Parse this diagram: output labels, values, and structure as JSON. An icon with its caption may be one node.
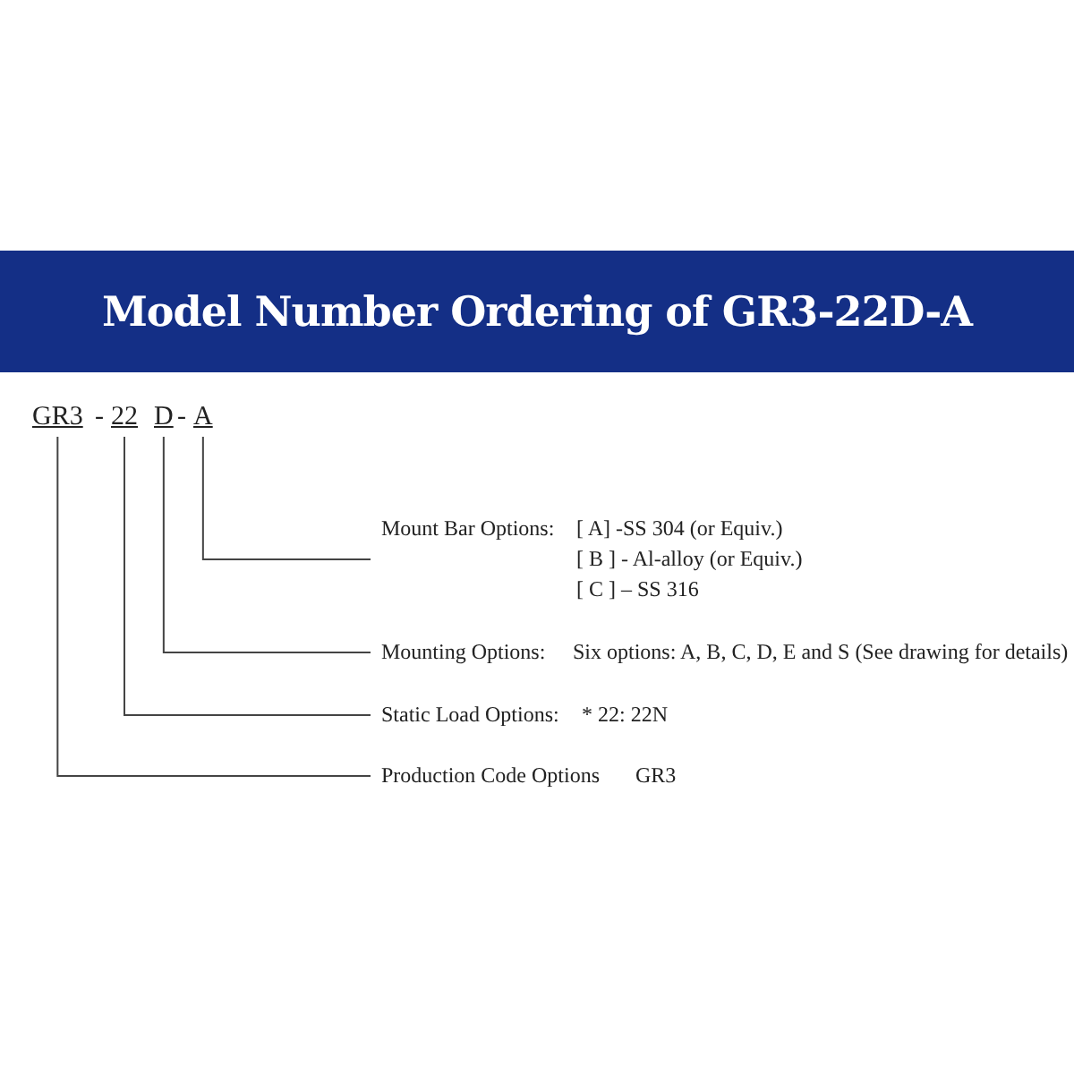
{
  "diagram": {
    "title": "Model Number Ordering of GR3-22D-A",
    "nodes": [
      {
        "text": [
          "GR3"
        ]
      },
      {
        "text": [
          "22"
        ]
      },
      {
        "text": [
          "D"
        ]
      },
      {
        "text": [
          "A"
        ]
      },
      {
        "text": [
          "Mount Bar Options:",
          "[ A] -SS 304 (or Equiv.)",
          "[ B ] - Al-alloy (or Equiv.)",
          "[ C ] – SS 316"
        ]
      },
      {
        "text": [
          "Mounting Options:",
          "Six options: A, B, C, D, E and S (See drawing for details)"
        ]
      },
      {
        "text": [
          "Static Load Options:",
          "* 22: 22N"
        ]
      },
      {
        "text": [
          "Production Code Options",
          "GR3"
        ]
      }
    ],
    "edges": [
      {
        "from": 3,
        "to": 4,
        "arrow": "none"
      },
      {
        "from": 2,
        "to": 5,
        "arrow": "none"
      },
      {
        "from": 1,
        "to": 6,
        "arrow": "none"
      },
      {
        "from": 0,
        "to": 7,
        "arrow": "none"
      }
    ],
    "labels": [
      "-",
      "-"
    ]
  }
}
